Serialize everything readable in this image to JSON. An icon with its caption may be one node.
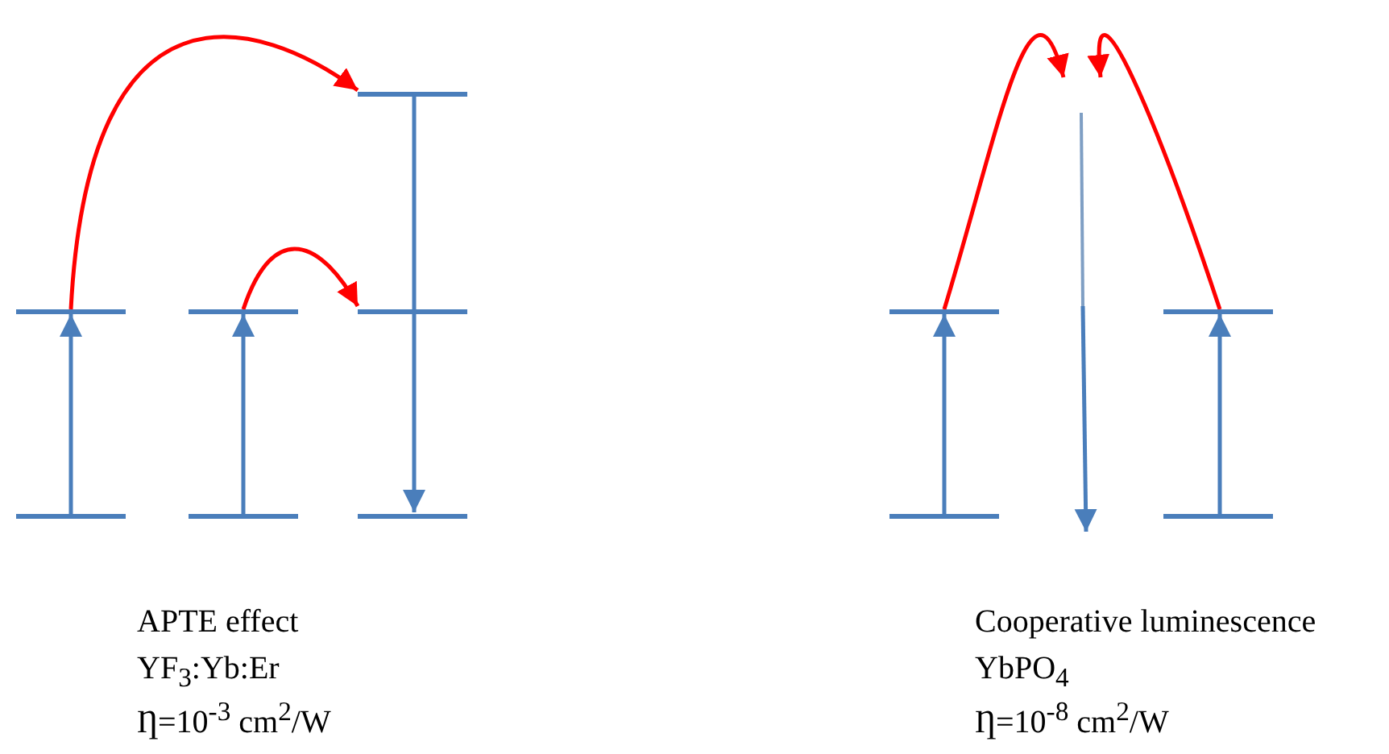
{
  "diagram": {
    "nodes": [
      {
        "text": [],
        "shape": "bar"
      },
      {
        "text": [],
        "shape": "bar"
      },
      {
        "text": [],
        "shape": "bar"
      },
      {
        "text": [],
        "shape": "bar"
      },
      {
        "text": [],
        "shape": "bar"
      },
      {
        "text": [],
        "shape": "bar"
      },
      {
        "text": [],
        "shape": "bar"
      },
      {
        "text": [],
        "shape": "bar"
      },
      {
        "text": [],
        "shape": "bar"
      },
      {
        "text": [],
        "shape": "bar"
      },
      {
        "text": [],
        "shape": "bar"
      }
    ],
    "edges": [
      {
        "from": 1,
        "to": 0,
        "arrow": "to"
      },
      {
        "from": 3,
        "to": 2,
        "arrow": "to"
      },
      {
        "from": 4,
        "to": 6,
        "arrow": "to"
      },
      {
        "from": 0,
        "to": 4,
        "arrow": "to",
        "color": "#ff0000"
      },
      {
        "from": 2,
        "to": 5,
        "arrow": "to",
        "color": "#ff0000"
      },
      {
        "from": 8,
        "to": 7,
        "arrow": "to"
      },
      {
        "from": 10,
        "to": 9,
        "arrow": "to"
      },
      {
        "from": 7,
        "to": null,
        "arrow": "to",
        "color": "#ff0000"
      },
      {
        "from": 9,
        "to": null,
        "arrow": "to",
        "color": "#ff0000"
      }
    ],
    "labels": [
      "APTE effect",
      "YF$_{3}$:Yb:Er",
      "Ƞ=10$^{-3}$ cm$^{2}$/W",
      "Cooperative luminescence",
      "YbPO$_{4}$",
      "Ƞ=10$^{-8}$ cm$^{2}$/W"
    ]
  }
}
